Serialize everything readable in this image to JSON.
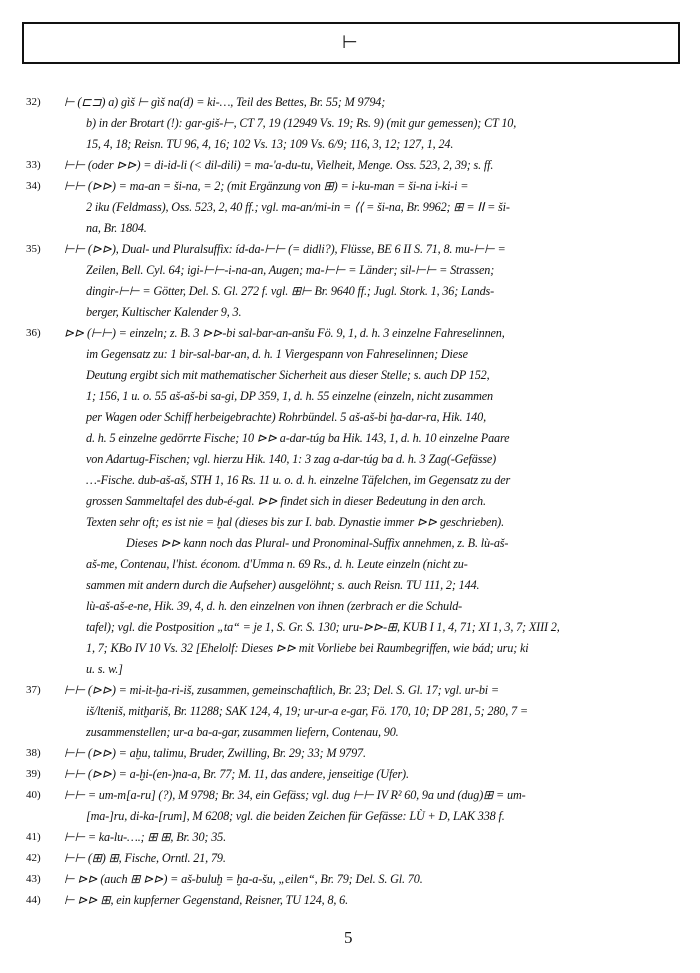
{
  "header": {
    "sign": "⊢"
  },
  "entries": [
    {
      "num": "32)",
      "lines": [
        "⊢ (⊏⊐) a) gìš ⊢ gìš na(d) = ki-…, Teil des Bettes, Br. 55; M 9794;",
        "b) in der Brotart (!): gar-giš-⊢, CT 7, 19 (12949 Vs. 19; Rs. 9) (mit gur gemessen); CT 10,",
        "15, 4, 18; Reisn. TU 96, 4, 16; 102 Vs. 13; 109 Vs. 6/9; 116, 3, 12; 127, 1, 24."
      ]
    },
    {
      "num": "33)",
      "lines": [
        "⊢⊢ (oder ⊳⊳) = di-id-li (< dil-dili) = ma-'a-du-tu, Vielheit, Menge. Oss. 523, 2, 39; s. ff."
      ]
    },
    {
      "num": "34)",
      "lines": [
        "⊢⊢ (⊳⊳) = ma-an = ši-na, = 2; (mit Ergänzung von ⊞) = i-ku-man = ši-na i-ki-i =",
        "2 iku (Feldmass), Oss. 523, 2, 40 ff.; vgl. ma-an/mi-in = ⟨⟨ = ši-na, Br. 9962; ⊞ = ⅠⅠ = ši-",
        "na, Br. 1804."
      ]
    },
    {
      "num": "35)",
      "lines": [
        "⊢⊢ (⊳⊳), Dual- und Pluralsuffix: íd-da-⊢⊢ (= didli?), Flüsse, BE 6 II S. 71, 8. mu-⊢⊢ =",
        "Zeilen, Bell. Cyl. 64; igi-⊢⊢-i-na-an, Augen; ma-⊢⊢ = Länder; sil-⊢⊢ = Strassen;",
        "dingir-⊢⊢ = Götter, Del. S. Gl. 272 f. vgl. ⊞⊢ Br. 9640 ff.; Jugl. Stork. 1, 36; Lands-",
        "berger, Kultischer Kalender 9, 3."
      ]
    },
    {
      "num": "36)",
      "lines": [
        "⊳⊳ (⊢⊢) = einzeln; z. B. 3 ⊳⊳-bi sal-bar-an-anšu Fö. 9, 1, d. h. 3 einzelne Fahreselinnen,",
        "im Gegensatz zu: 1 bir-sal-bar-an, d. h. 1 Viergespann von Fahreselinnen; Diese",
        "Deutung ergibt sich mit mathematischer Sicherheit aus dieser Stelle; s. auch DP 152,",
        "1; 156, 1 u. o.   55 aš-aš-bi sa-gi, DP 359, 1, d. h. 55 einzelne (einzeln, nicht zusammen",
        "per Wagen oder Schiff herbeigebrachte) Rohrbündel. 5 aš-aš-bi ḫa-dar-ra, Hik. 140,",
        "d. h. 5 einzelne gedörrte Fische; 10 ⊳⊳ a-dar-túg ba Hik. 143, 1, d. h. 10 einzelne Paare",
        "von Adartug-Fischen; vgl. hierzu Hik. 140, 1: 3 zag a-dar-túg ba d. h. 3 Zag(-Gefässe)",
        "…-Fische. dub-aš-aš, STH 1, 16 Rs. 11 u. o. d. h. einzelne Täfelchen, im Gegensatz zu der",
        "grossen Sammeltafel des dub-é-gal. ⊳⊳ findet sich in dieser Bedeutung in den arch.",
        "Texten sehr oft; es ist nie = ḫal (dieses bis zur I. bab. Dynastie immer ⊳⊳ geschrieben).",
        "Dieses ⊳⊳ kann noch das Plural- und Pronominal-Suffix annehmen, z. B. lù-aš-",
        "aš-me, Contenau, l'hist. économ. d'Umma n. 69 Rs., d. h. Leute einzeln (nicht zu-",
        "sammen mit andern durch die Aufseher) ausgelöhnt; s. auch Reisn. TU 111, 2; 144.",
        "lù-aš-aš-e-ne, Hik. 39, 4, d. h. den einzelnen von ihnen (zerbrach er die Schuld-",
        "tafel); vgl. die Postposition „ta“ = je 1, S. Gr. S. 130; uru-⊳⊳-⊞, KUB I 1, 4, 71; XI 1, 3, 7; XIII 2,",
        "1, 7; KBo IV 10 Vs. 32 [Ehelolf: Dieses ⊳⊳ mit Vorliebe bei Raumbegriffen, wie bád; uru; ki",
        "u. s. w.]"
      ]
    },
    {
      "num": "37)",
      "lines": [
        "⊢⊢ (⊳⊳) = mi-it-ḫa-ri-iš, zusammen, gemeinschaftlich, Br. 23; Del. S. Gl. 17; vgl. ur-bi =",
        "iš/lteniš, mitḫariš, Br. 11288; SAK 124, 4, 19; ur-ur-a e-gar, Fö. 170, 10; DP 281, 5; 280, 7 =",
        "zusammenstellen; ur-a ba-a-gar, zusammen liefern, Contenau, 90."
      ]
    },
    {
      "num": "38)",
      "lines": [
        "⊢⊢ (⊳⊳) = aḫu, talimu, Bruder, Zwilling, Br. 29; 33; M 9797."
      ]
    },
    {
      "num": "39)",
      "lines": [
        "⊢⊢ (⊳⊳) = a-ḫi-(en-)na-a, Br. 77; M. 11, das andere, jenseitige (Ufer)."
      ]
    },
    {
      "num": "40)",
      "lines": [
        "⊢⊢ = um-m[a-ru] (?), M 9798; Br. 34, ein Gefäss; vgl. dug ⊢⊢ IV R² 60, 9a und (dug)⊞ = um-",
        "[ma-]ru, di-ka-[rum], M 6208; vgl. die beiden Zeichen für Gefässe: LÙ + D, LAK 338 f."
      ]
    },
    {
      "num": "41)",
      "lines": [
        "⊢⊢ = ka-lu-….; ⊞ ⊞, Br. 30; 35."
      ]
    },
    {
      "num": "42)",
      "lines": [
        "⊢⊢ (⊞) ⊞, Fische, Orntl. 21, 79."
      ]
    },
    {
      "num": "43)",
      "lines": [
        "⊢ ⊳⊳ (auch ⊞ ⊳⊳) = aš-buluḫ = ḫa-a-šu, „eilen“, Br. 79; Del. S. Gl. 70."
      ]
    },
    {
      "num": "44)",
      "lines": [
        "⊢ ⊳⊳ ⊞, ein kupferner Gegenstand, Reisner, TU 124, 8, 6."
      ]
    }
  ],
  "page_number": "5"
}
